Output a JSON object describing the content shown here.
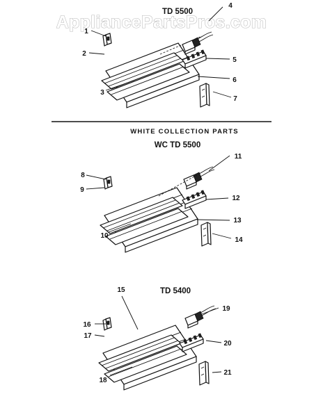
{
  "watermark": "AppliancePartsPros.com",
  "sections": [
    {
      "title_lines": [
        "TD 5500"
      ],
      "callouts": [
        "1",
        "2",
        "3",
        "4",
        "5",
        "6",
        "7"
      ]
    },
    {
      "title_lines": [
        "WHITE COLLECTION PARTS",
        "WC TD 5500"
      ],
      "callouts": [
        "8",
        "9",
        "10",
        "11",
        "12",
        "13",
        "14"
      ]
    },
    {
      "title_lines": [
        "TD 5400"
      ],
      "callouts": [
        "15",
        "16",
        "17",
        "18",
        "19",
        "20",
        "21"
      ]
    }
  ]
}
